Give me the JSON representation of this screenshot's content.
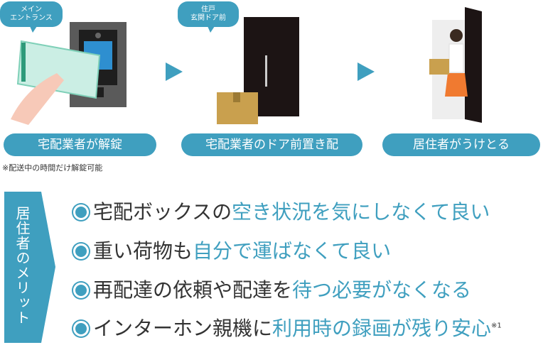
{
  "steps": [
    {
      "bubble": [
        "メイン",
        "エントランス"
      ],
      "label": "宅配業者が解錠",
      "note": "※配送中の時間だけ解錠可能"
    },
    {
      "bubble": [
        "住戸",
        "玄関ドア前"
      ],
      "label": "宅配業者のドア前置き配"
    },
    {
      "label": "居住者がうけとる"
    }
  ],
  "merits": {
    "title": "居住者のメリット",
    "items": [
      {
        "plain": "宅配ボックスの",
        "highlight": "空き状況を気にしなくて良い"
      },
      {
        "plain": "重い荷物も",
        "highlight": "自分で運ばなくて良い"
      },
      {
        "plain": "再配達の依頼や配達を",
        "highlight": "待つ必要がなくなる"
      },
      {
        "plain": "インターホン親機に",
        "highlight": "利用時の録画が残り安心",
        "footnote": "※1"
      }
    ]
  },
  "colors": {
    "accent": "#3f9fbf",
    "text": "#333333"
  }
}
